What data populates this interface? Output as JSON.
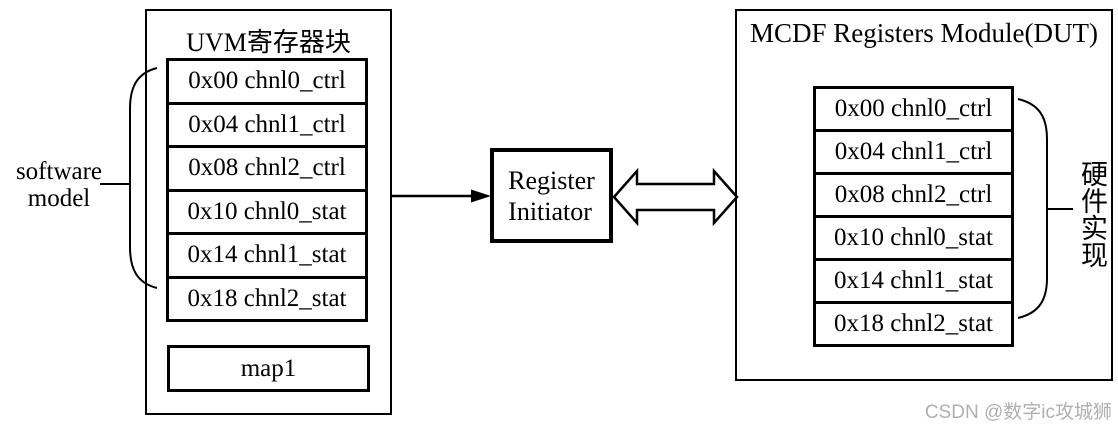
{
  "diagram": {
    "software_label": {
      "line1": "software",
      "line2": "model"
    },
    "uvm_block": {
      "title": "UVM寄存器块",
      "registers": [
        "0x00 chnl0_ctrl",
        "0x04 chnl1_ctrl",
        "0x08 chnl2_ctrl",
        "0x10 chnl0_stat",
        "0x14 chnl1_stat",
        "0x18 chnl2_stat"
      ],
      "map_label": "map1"
    },
    "initiator": {
      "line1": "Register",
      "line2": "Initiator"
    },
    "dut_block": {
      "title": "MCDF Registers Module(DUT)",
      "registers": [
        "0x00 chnl0_ctrl",
        "0x04 chnl1_ctrl",
        "0x08 chnl2_ctrl",
        "0x10 chnl0_stat",
        "0x14 chnl1_stat",
        "0x18 chnl2_stat"
      ]
    },
    "hardware_label": "硬件实现",
    "watermark": "CSDN @数字ic攻城狮",
    "colors": {
      "line": "#000000",
      "background": "#ffffff",
      "watermark_text": "#b0b0b0"
    }
  }
}
